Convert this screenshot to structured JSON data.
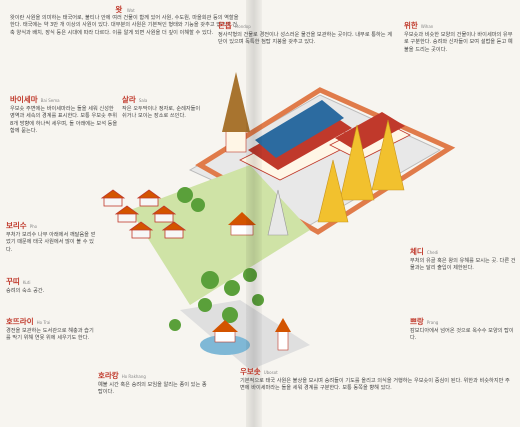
{
  "wat": {
    "title": "왓",
    "sub": "Wat",
    "text": "왓이란 사원을 의미하는 태국어로, 불티나 안에 여러 건물이 함께 있어 사원, 수도원, 마을회관 등의 역할을 한다. 태국에는 약 3만 개 이상의 사원이 있다. 대부분의 사원은 기본적인 형태와 기능을 갖추고 있으며 건축 양식과 배치, 장식 등은 시대에 따라 다르다. 이를 알게 되면 사원을 더 깊이 이해할 수 있다."
  },
  "baisema": {
    "title": "바이세마",
    "sub": "Bai Sema",
    "text": "우보솟 주변에는 바이세마라는 돌을 세워 신성한 영역과 세속의 경계를 표시한다. 보통 우보솟 주위 8개 방향에 하나씩 세우며, 돌 아래에는 보석 등을 함께 묻는다."
  },
  "sala": {
    "title": "살라",
    "sub": "Sala",
    "text": "작은 오두막이나 정자로, 순례자들이 쉬거나 모이는 장소로 쓰인다."
  },
  "mondop": {
    "title": "몬돕",
    "sub": "Mondop",
    "text": "정사각형의 건물로 경전이나 성스러운 물건을 보관하는 곳이다. 내부로 통하는 계단이 있으며 독특한 첨탑 지붕을 갖추고 있다."
  },
  "wihan": {
    "title": "위한",
    "sub": "Wihan",
    "text": "우보솟과 비슷한 모양의 건물이나 바이세마의 유무로 구분한다. 승려와 신자들이 모여 설법을 듣고 예불을 드리는 곳이다."
  },
  "borisut": {
    "title": "보리수",
    "sub": "Pho",
    "text": "부처가 보리수 나무 아래에서 깨달음을 얻었기 때문에 태국 사원에서 많이 볼 수 있다."
  },
  "kuti": {
    "title": "꾸띠",
    "sub": "Kuti",
    "text": "승려의 숙소 공간."
  },
  "horthai": {
    "title": "호뜨라이",
    "sub": "Ho Trai",
    "text": "경전을 보관하는 도서관으로 해충과 습기를 막기 위해 연못 위에 세우기도 한다."
  },
  "horakang": {
    "title": "호라캉",
    "sub": "Ho Rakhang",
    "text": "예불 시간 혹은 승려의 모임을 알리는 종이 있는 종탑이다."
  },
  "chedi": {
    "title": "체디",
    "sub": "Chedi",
    "text": "부처의 유골 혹은 왕의 유해를 모시는 곳. 다른 건물과는 달리 출입이 제한된다."
  },
  "prang": {
    "title": "쁘랑",
    "sub": "Prang",
    "text": "캄보디아에서 넘어온 것으로 옥수수 모양의 탑이다."
  },
  "ubosot": {
    "title": "우보솟",
    "sub": "Ubosot",
    "text": "기본적으로 태국 사원은 불상을 모시며 승려들이 기도를 올리고 의식을 거행하는 우보솟이 중심이 된다. 위한과 비슷하지만 주변에 바이세마라는 돌을 세워 경계를 구분한다. 보통 동쪽을 향해 있다."
  }
}
